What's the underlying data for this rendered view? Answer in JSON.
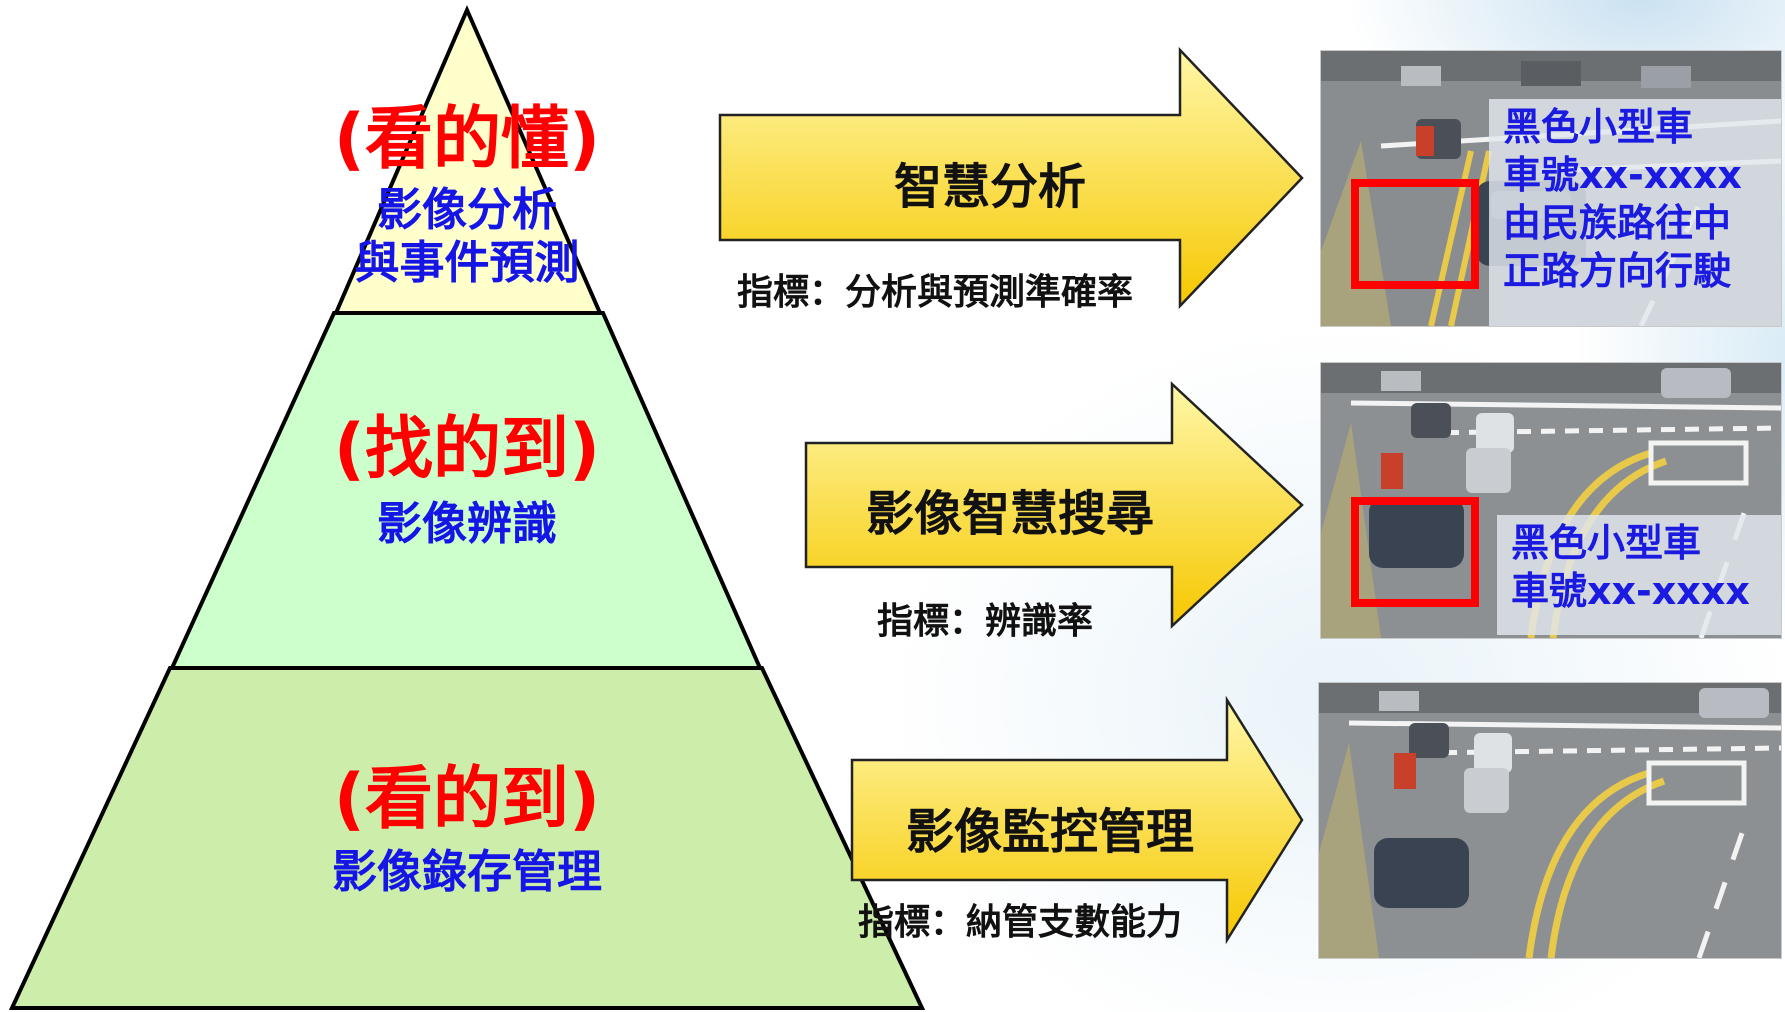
{
  "pyramid": {
    "top": {
      "title": "(看的懂)",
      "line1": "影像分析",
      "line2": "與事件預測",
      "color": "#ffffcc"
    },
    "middle": {
      "title": "(找的到)",
      "line1": "影像辨識",
      "color": "#ccffcc"
    },
    "bottom": {
      "title": "(看的到)",
      "line1": "影像錄存管理",
      "color": "#cceeaa"
    }
  },
  "arrows": [
    {
      "label": "智慧分析",
      "metric": "指標：分析與預測準確率"
    },
    {
      "label": "影像智慧搜尋",
      "metric": "指標：辨識率"
    },
    {
      "label": "影像監控管理",
      "metric": "指標：納管支數能力"
    }
  ],
  "photos": [
    {
      "icon": "traffic-camera-photo",
      "overlay_lines": [
        "黑色小型車",
        "車號xx-xxxx",
        "由民族路往中",
        "正路方向行駛"
      ],
      "highlight": true
    },
    {
      "icon": "traffic-camera-photo",
      "overlay_lines": [
        "黑色小型車",
        "車號xx-xxxx"
      ],
      "highlight": true
    },
    {
      "icon": "traffic-camera-photo",
      "overlay_lines": [],
      "highlight": false
    }
  ],
  "colors": {
    "title_red": "#ff0000",
    "subtitle_blue": "#1515e6",
    "arrow_yellow_top": "#fff6a0",
    "arrow_yellow_bottom": "#f5c400"
  }
}
